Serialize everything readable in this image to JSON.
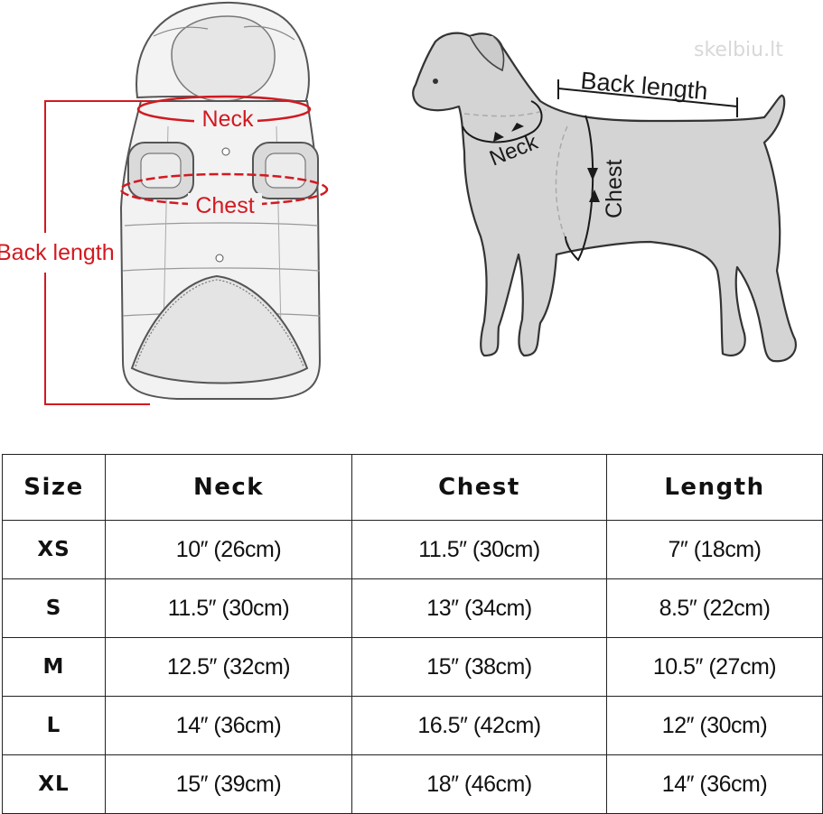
{
  "coat_labels": {
    "neck": "Neck",
    "chest": "Chest",
    "back_length": "Back length"
  },
  "dog_labels": {
    "back_length": "Back length",
    "neck": "Neck",
    "chest": "Chest"
  },
  "watermark": "skelbiu.lt",
  "colors": {
    "measure_red": "#d31920",
    "dog_fill": "#d4d4d4",
    "coat_fill": "#f2f2f2"
  },
  "table": {
    "headers": [
      "Size",
      "Neck",
      "Chest",
      "Length"
    ],
    "rows": [
      {
        "size": "XS",
        "neck": "10″ (26cm)",
        "chest": "11.5″ (30cm)",
        "length": "7″ (18cm)"
      },
      {
        "size": "S",
        "neck": "11.5″ (30cm)",
        "chest": "13″ (34cm)",
        "length": "8.5″ (22cm)"
      },
      {
        "size": "M",
        "neck": "12.5″ (32cm)",
        "chest": "15″ (38cm)",
        "length": "10.5″ (27cm)"
      },
      {
        "size": "L",
        "neck": "14″ (36cm)",
        "chest": "16.5″ (42cm)",
        "length": "12″ (30cm)"
      },
      {
        "size": "XL",
        "neck": "15″ (39cm)",
        "chest": "18″ (46cm)",
        "length": "14″ (36cm)"
      }
    ]
  }
}
